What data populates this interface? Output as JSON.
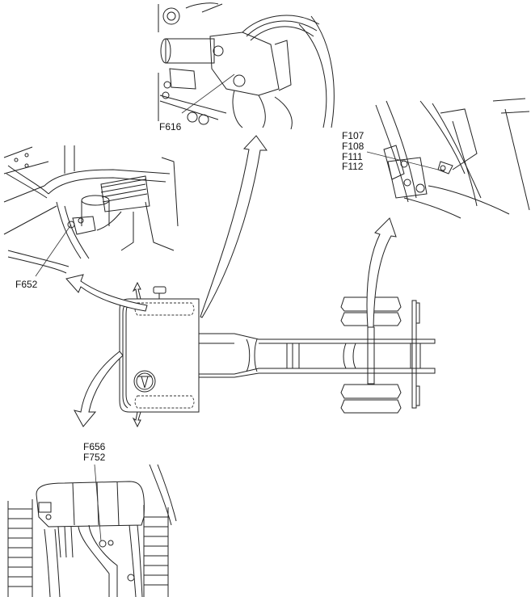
{
  "diagram": {
    "callouts": {
      "top_detail": {
        "labels": [
          "F616"
        ]
      },
      "right_detail": {
        "labels": [
          "F107",
          "F108",
          "F111",
          "F112"
        ]
      },
      "left_detail": {
        "labels": [
          "F652"
        ]
      },
      "bottom_detail": {
        "labels": [
          "F656",
          "F752"
        ]
      }
    },
    "colors": {
      "line": "#222222",
      "background": "#ffffff"
    }
  }
}
